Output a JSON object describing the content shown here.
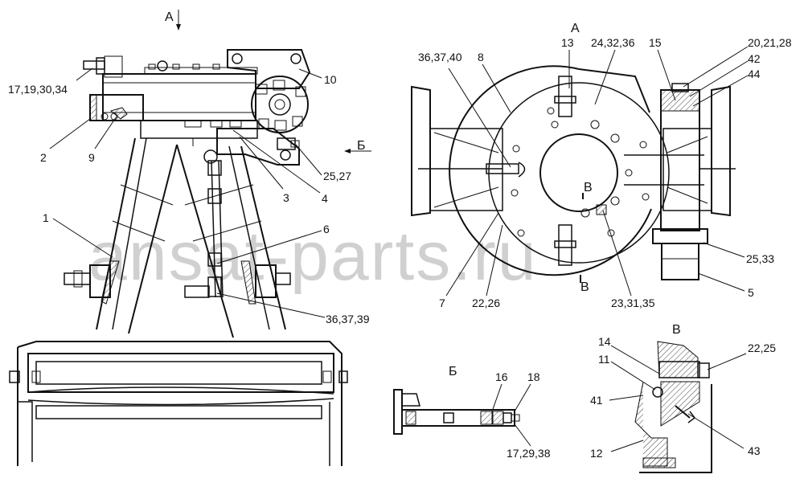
{
  "watermark": "ansat-parts.ru",
  "view_labels": {
    "a_left": "А",
    "a_right": "А",
    "b_arrow": "Б",
    "b_detail": "Б",
    "v_top": "В",
    "v_bottom": "В",
    "v_detail": "В"
  },
  "callouts": [
    "17,19,30,34",
    "10",
    "2",
    "9",
    "25,27",
    "3",
    "4",
    "1",
    "6",
    "36,37,39",
    "36,37,40",
    "8",
    "13",
    "24,32,36",
    "15",
    "20,21,28",
    "42",
    "44",
    "25,33",
    "5",
    "7",
    "22,26",
    "23,31,35",
    "16",
    "18",
    "17,29,38",
    "14",
    "11",
    "22,25",
    "41",
    "12",
    "43"
  ]
}
